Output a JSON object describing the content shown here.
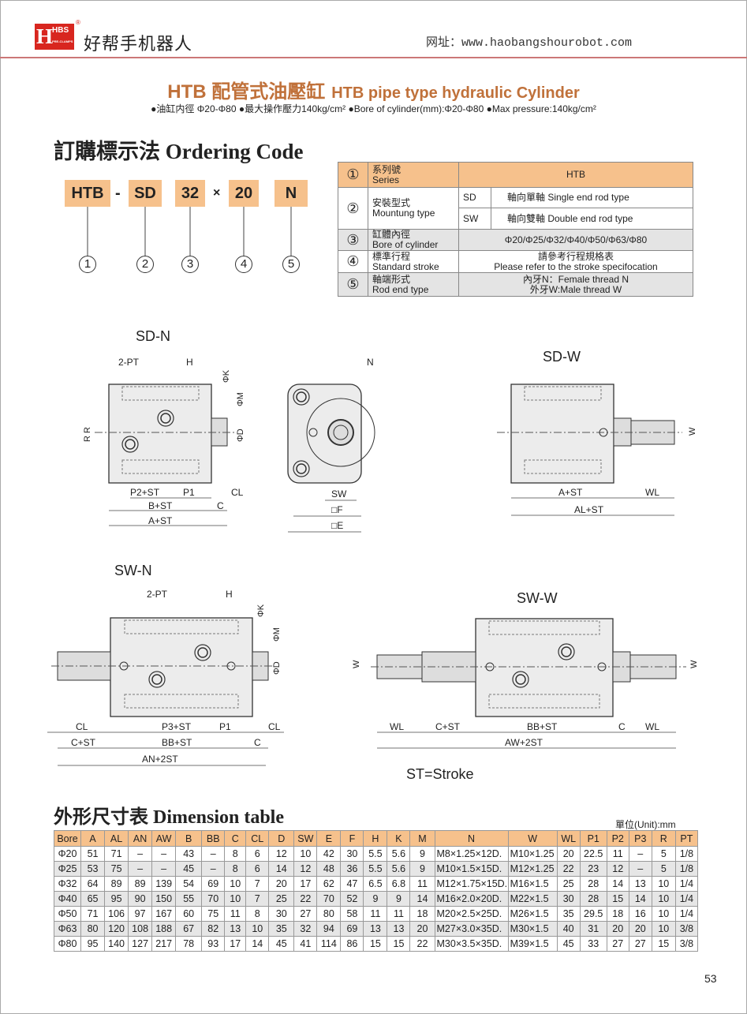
{
  "header": {
    "logo_text": "HBS",
    "logo_sub": "PRE-CLAMPS",
    "brand": "好帮手机器人",
    "url": "网址：www.haobangshourobot.com"
  },
  "title": {
    "cn": "HTB 配管式油壓缸",
    "en": "HTB pipe type hydraulic Cylinder",
    "bullets": "●油缸内徑 Φ20-Φ80 ●最大操作壓力140kg/cm² ●Bore of cylinder(mm):Φ20-Φ80 ●Max pressure:140kg/cm²"
  },
  "ordering": {
    "heading": "訂購標示法 Ordering Code",
    "code": [
      "HTB",
      "SD",
      "32",
      "20",
      "N"
    ],
    "sep1": "-",
    "sep2": "×",
    "circles": [
      "①",
      "②",
      "③",
      "④",
      "⑤"
    ],
    "table": {
      "r1": {
        "num": "①",
        "label_cn": "系列號",
        "label_en": "Series",
        "value": "HTB"
      },
      "r2": {
        "num": "②",
        "label_cn": "安裝型式",
        "label_en": "Mountung type",
        "opt1_code": "SD",
        "opt1": "軸向單軸 Single end rod type",
        "opt2_code": "SW",
        "opt2": "軸向雙軸 Double end rod type"
      },
      "r3": {
        "num": "③",
        "label_cn": "缸體內徑",
        "label_en": "Bore of cylinder",
        "value": "Φ20/Φ25/Φ32/Φ40/Φ50/Φ63/Φ80"
      },
      "r4": {
        "num": "④",
        "label_cn": "標準行程",
        "label_en": "Standard stroke",
        "value1": "請參考行程規格表",
        "value2": "Please refer to the stroke specifocation"
      },
      "r5": {
        "num": "⑤",
        "label_cn": "軸端形式",
        "label_en": "Rod end type",
        "value1": "內牙N：Female thread N",
        "value2": "外牙W:Male thread W"
      }
    }
  },
  "drawings": {
    "sd_n": {
      "title": "SD-N",
      "pt": "2-PT",
      "h": "H",
      "k": "ΦK",
      "m": "ΦM",
      "d": "ΦD",
      "r": "R R",
      "p2": "P2+ST",
      "p1": "P1",
      "cl": "CL",
      "b": "B+ST",
      "c": "C",
      "a": "A+ST"
    },
    "front": {
      "n": "N",
      "sw": "SW",
      "f": "□F",
      "e": "□E"
    },
    "sd_w": {
      "title": "SD-W",
      "w": "W",
      "a": "A+ST",
      "wl": "WL",
      "al": "AL+ST"
    },
    "sw_n": {
      "title": "SW-N",
      "pt": "2-PT",
      "h": "H",
      "k": "ΦK",
      "m": "ΦM",
      "d": "ΦD",
      "cl": "CL",
      "p3": "P3+ST",
      "p1": "P1",
      "cst": "C+ST",
      "bb": "BB+ST",
      "c": "C",
      "an": "AN+2ST"
    },
    "sw_w": {
      "title": "SW-W",
      "w": "W",
      "wl": "WL",
      "cst": "C+ST",
      "bb": "BB+ST",
      "c": "C",
      "aw": "AW+2ST"
    },
    "stroke_note": "ST=Stroke"
  },
  "dimension": {
    "heading": "外形尺寸表 Dimension table",
    "unit": "單位(Unit):mm",
    "columns": [
      "Bore",
      "A",
      "AL",
      "AN",
      "AW",
      "B",
      "BB",
      "C",
      "CL",
      "D",
      "SW",
      "E",
      "F",
      "H",
      "K",
      "M",
      "N",
      "W",
      "WL",
      "P1",
      "P2",
      "P3",
      "R",
      "PT"
    ],
    "rows": [
      [
        "Φ20",
        "51",
        "71",
        "–",
        "–",
        "43",
        "–",
        "8",
        "6",
        "12",
        "10",
        "42",
        "30",
        "5.5",
        "5.6",
        "9",
        "M8×1.25×12D.",
        "M10×1.25",
        "20",
        "22.5",
        "11",
        "–",
        "5",
        "1/8"
      ],
      [
        "Φ25",
        "53",
        "75",
        "–",
        "–",
        "45",
        "–",
        "8",
        "6",
        "14",
        "12",
        "48",
        "36",
        "5.5",
        "5.6",
        "9",
        "M10×1.5×15D.",
        "M12×1.25",
        "22",
        "23",
        "12",
        "–",
        "5",
        "1/8"
      ],
      [
        "Φ32",
        "64",
        "89",
        "89",
        "139",
        "54",
        "69",
        "10",
        "7",
        "20",
        "17",
        "62",
        "47",
        "6.5",
        "6.8",
        "11",
        "M12×1.75×15D.",
        "M16×1.5",
        "25",
        "28",
        "14",
        "13",
        "10",
        "1/4"
      ],
      [
        "Φ40",
        "65",
        "95",
        "90",
        "150",
        "55",
        "70",
        "10",
        "7",
        "25",
        "22",
        "70",
        "52",
        "9",
        "9",
        "14",
        "M16×2.0×20D.",
        "M22×1.5",
        "30",
        "28",
        "15",
        "14",
        "10",
        "1/4"
      ],
      [
        "Φ50",
        "71",
        "106",
        "97",
        "167",
        "60",
        "75",
        "11",
        "8",
        "30",
        "27",
        "80",
        "58",
        "11",
        "11",
        "18",
        "M20×2.5×25D.",
        "M26×1.5",
        "35",
        "29.5",
        "18",
        "16",
        "10",
        "1/4"
      ],
      [
        "Φ63",
        "80",
        "120",
        "108",
        "188",
        "67",
        "82",
        "13",
        "10",
        "35",
        "32",
        "94",
        "69",
        "13",
        "13",
        "20",
        "M27×3.0×35D.",
        "M30×1.5",
        "40",
        "31",
        "20",
        "20",
        "10",
        "3/8"
      ],
      [
        "Φ80",
        "95",
        "140",
        "127",
        "217",
        "78",
        "93",
        "17",
        "14",
        "45",
        "41",
        "114",
        "86",
        "15",
        "15",
        "22",
        "M30×3.5×35D.",
        "M39×1.5",
        "45",
        "33",
        "27",
        "27",
        "15",
        "3/8"
      ]
    ]
  },
  "page_number": "53"
}
